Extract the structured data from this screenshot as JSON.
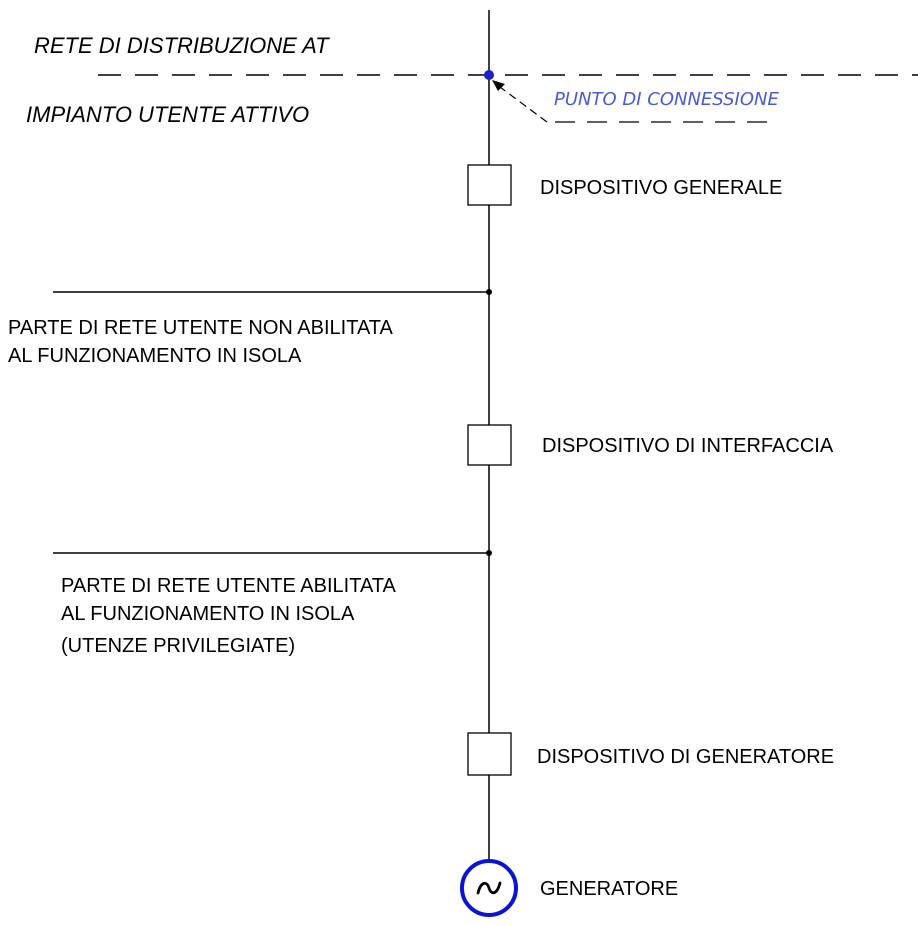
{
  "labels": {
    "network_top": "RETE DI DISTRIBUZIONE AT",
    "network_bottom": "IMPIANTO UTENTE ATTIVO",
    "connection_point": "PUNTO DI CONNESSIONE",
    "general_device": "DISPOSITIVO GENERALE",
    "non_island_line1": "PARTE DI RETE UTENTE NON ABILITATA",
    "non_island_line2": "AL FUNZIONAMENTO IN ISOLA",
    "interface_device": "DISPOSITIVO DI INTERFACCIA",
    "island_line1": "PARTE DI RETE UTENTE ABILITATA",
    "island_line2": "AL FUNZIONAMENTO IN ISOLA",
    "island_line3": "(UTENZE PRIVILEGIATE)",
    "generator_device": "DISPOSITIVO DI GENERATORE",
    "generator": "GENERATORE"
  },
  "colors": {
    "line": "#000000",
    "connection_dot": "#1a22c8",
    "connection_text": "#4a5ad8",
    "generator_circle": "#0a14d6"
  }
}
